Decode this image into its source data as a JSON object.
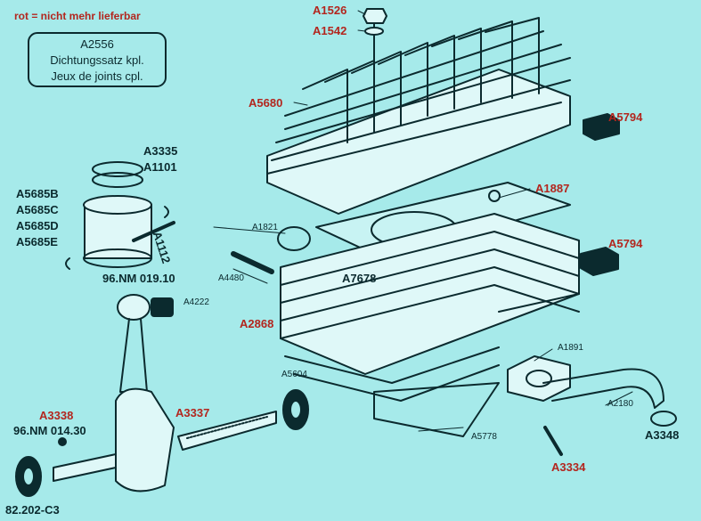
{
  "legend": "rot = nicht mehr lieferbar",
  "kit": {
    "code": "A2556",
    "line_de": "Dichtungssatz kpl.",
    "line_fr": "Jeux de joints cpl."
  },
  "colors": {
    "background": "#a6eaea",
    "ink": "#0b2a2e",
    "unavailable": "#b3261e"
  },
  "parts": {
    "a1526": "A1526",
    "a1542": "A1542",
    "a5680": "A5680",
    "a5794_top": "A5794",
    "a1887": "A1887",
    "a5794_mid": "A5794",
    "a3335": "A3335",
    "a1101": "A1101",
    "a5685b": "A5685B",
    "a5685c": "A5685C",
    "a5685d": "A5685D",
    "a5685e": "A5685E",
    "a1112": "A1112",
    "nm01910": "96.NM 019.10",
    "a4222": "A4222",
    "a1821": "A1821",
    "a4480": "A4480",
    "a7678": "A7678",
    "a2868": "A2868",
    "a1891": "A1891",
    "a5604": "A5604",
    "a3337": "A3337",
    "a3338": "A3338",
    "nm01430": "96.NM 014.30",
    "a2180": "A2180",
    "a3348": "A3348",
    "a5778": "A5778",
    "a3334": "A3334",
    "ref": "82.202-C3"
  }
}
